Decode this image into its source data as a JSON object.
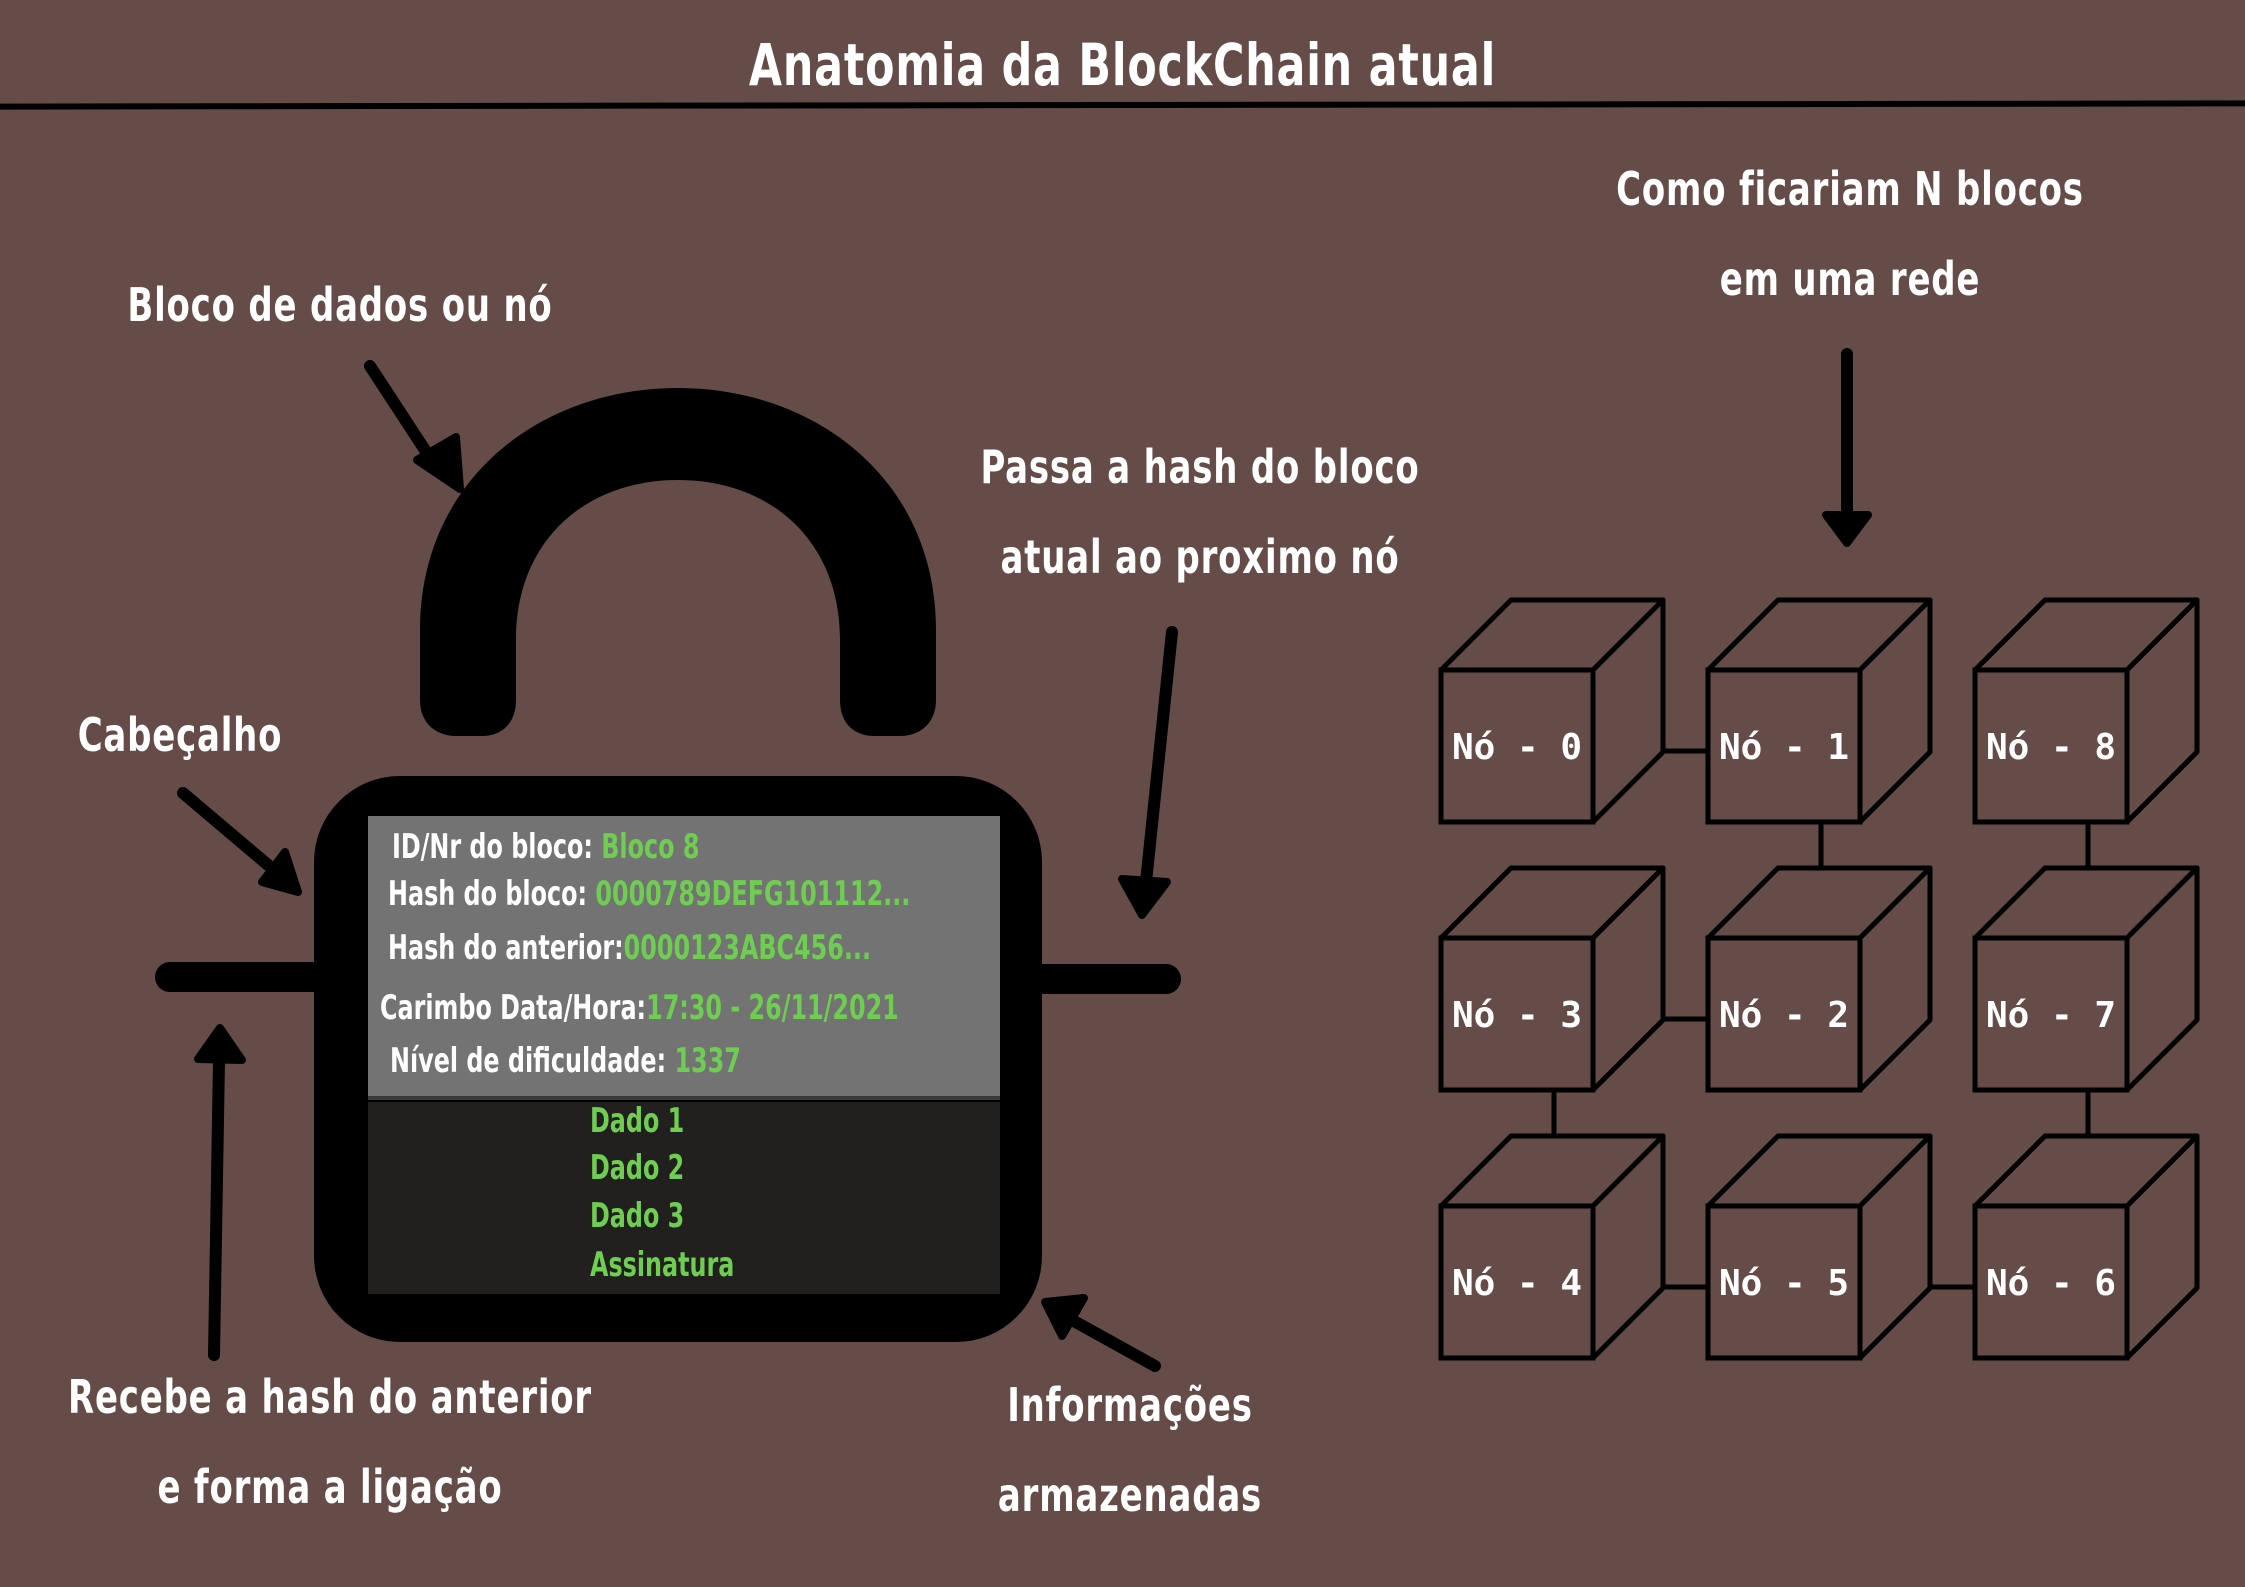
{
  "title": "Anatomia da BlockChain atual",
  "annotations": {
    "data_block": "Bloco de dados ou nó",
    "header": "Cabeçalho",
    "passes_hash": [
      "Passa a hash do bloco",
      "atual ao proximo nó"
    ],
    "receives_hash": [
      "Recebe a hash do anterior",
      "e forma a ligação"
    ],
    "stored_info": [
      "Informações",
      "armazenadas"
    ],
    "network": [
      "Como ficariam N blocos",
      "em uma rede"
    ]
  },
  "block": {
    "header_fields": [
      {
        "label": "ID/Nr do bloco:",
        "value": "Bloco 8"
      },
      {
        "label": "Hash do bloco:",
        "value": "0000789DEFG101112..."
      },
      {
        "label": "Hash do anterior:",
        "value": "0000123ABC456..."
      },
      {
        "label": "Carimbo Data/Hora:",
        "value": "17:30 - 26/11/2021"
      },
      {
        "label": "Nível de dificuldade:",
        "value": "1337"
      }
    ],
    "data_items": [
      "Dado 1",
      "Dado 2",
      "Dado 3",
      "Assinatura"
    ]
  },
  "network": {
    "nodes": [
      {
        "label": "Nó - 0",
        "row": 0,
        "col": 0
      },
      {
        "label": "Nó - 1",
        "row": 0,
        "col": 1
      },
      {
        "label": "Nó - 8",
        "row": 0,
        "col": 2
      },
      {
        "label": "Nó - 3",
        "row": 1,
        "col": 0
      },
      {
        "label": "Nó - 2",
        "row": 1,
        "col": 1
      },
      {
        "label": "Nó - 7",
        "row": 1,
        "col": 2
      },
      {
        "label": "Nó - 4",
        "row": 2,
        "col": 0
      },
      {
        "label": "Nó - 5",
        "row": 2,
        "col": 1
      },
      {
        "label": "Nó - 6",
        "row": 2,
        "col": 2
      }
    ],
    "links": [
      [
        "Nó - 0",
        "Nó - 1"
      ],
      [
        "Nó - 1",
        "Nó - 2"
      ],
      [
        "Nó - 2",
        "Nó - 3"
      ],
      [
        "Nó - 3",
        "Nó - 4"
      ],
      [
        "Nó - 4",
        "Nó - 5"
      ],
      [
        "Nó - 5",
        "Nó - 6"
      ],
      [
        "Nó - 6",
        "Nó - 7"
      ],
      [
        "Nó - 7",
        "Nó - 8"
      ]
    ]
  },
  "colors": {
    "background": "#654c48",
    "ink": "#000000",
    "text": "#ffffff",
    "value_green": "#6fce52",
    "header_panel": "#737373",
    "data_panel": "#221f1f"
  }
}
